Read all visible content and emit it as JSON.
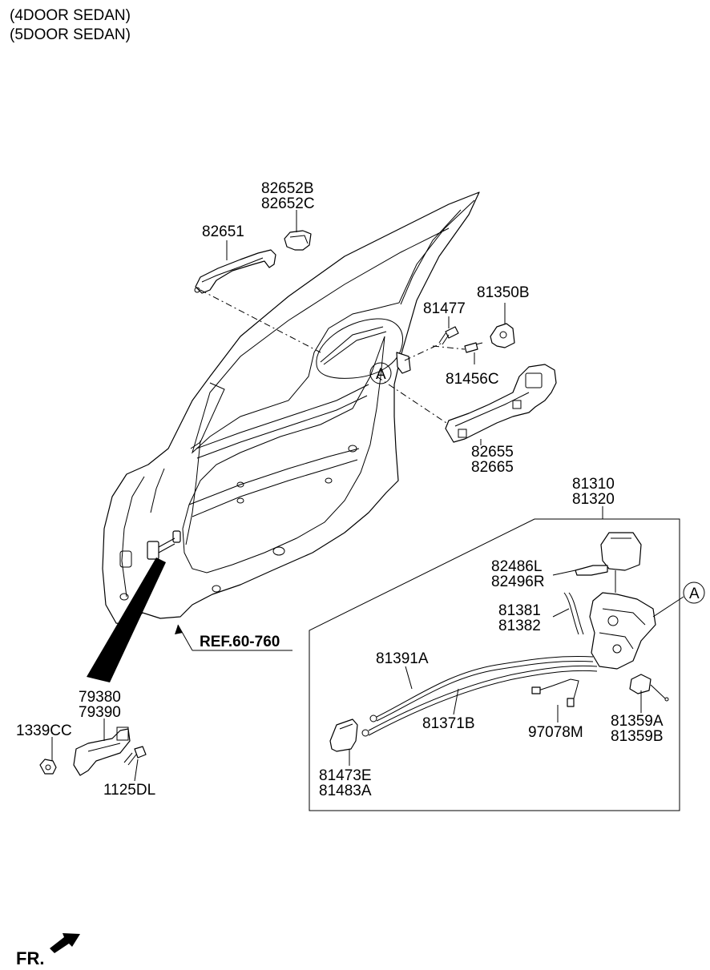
{
  "header": {
    "line1": "(4DOOR SEDAN)",
    "line2": "(5DOOR SEDAN)"
  },
  "callout": "A",
  "ref": "REF.60-760",
  "front_marker": "FR.",
  "parts": {
    "p82652b": "82652B",
    "p82652c": "82652C",
    "p82651": "82651",
    "p81477": "81477",
    "p81350b": "81350B",
    "p81456c": "81456C",
    "p82655": "82655",
    "p82665": "82665",
    "p81310": "81310",
    "p81320": "81320",
    "p82486l": "82486L",
    "p82496r": "82496R",
    "p81381": "81381",
    "p81382": "81382",
    "p81391a": "81391A",
    "p81371b": "81371B",
    "p97078m": "97078M",
    "p81359a": "81359A",
    "p81359b": "81359B",
    "p81473e": "81473E",
    "p81483a": "81483A",
    "p79380": "79380",
    "p79390": "79390",
    "p1339cc": "1339CC",
    "p1125dl": "1125DL"
  }
}
